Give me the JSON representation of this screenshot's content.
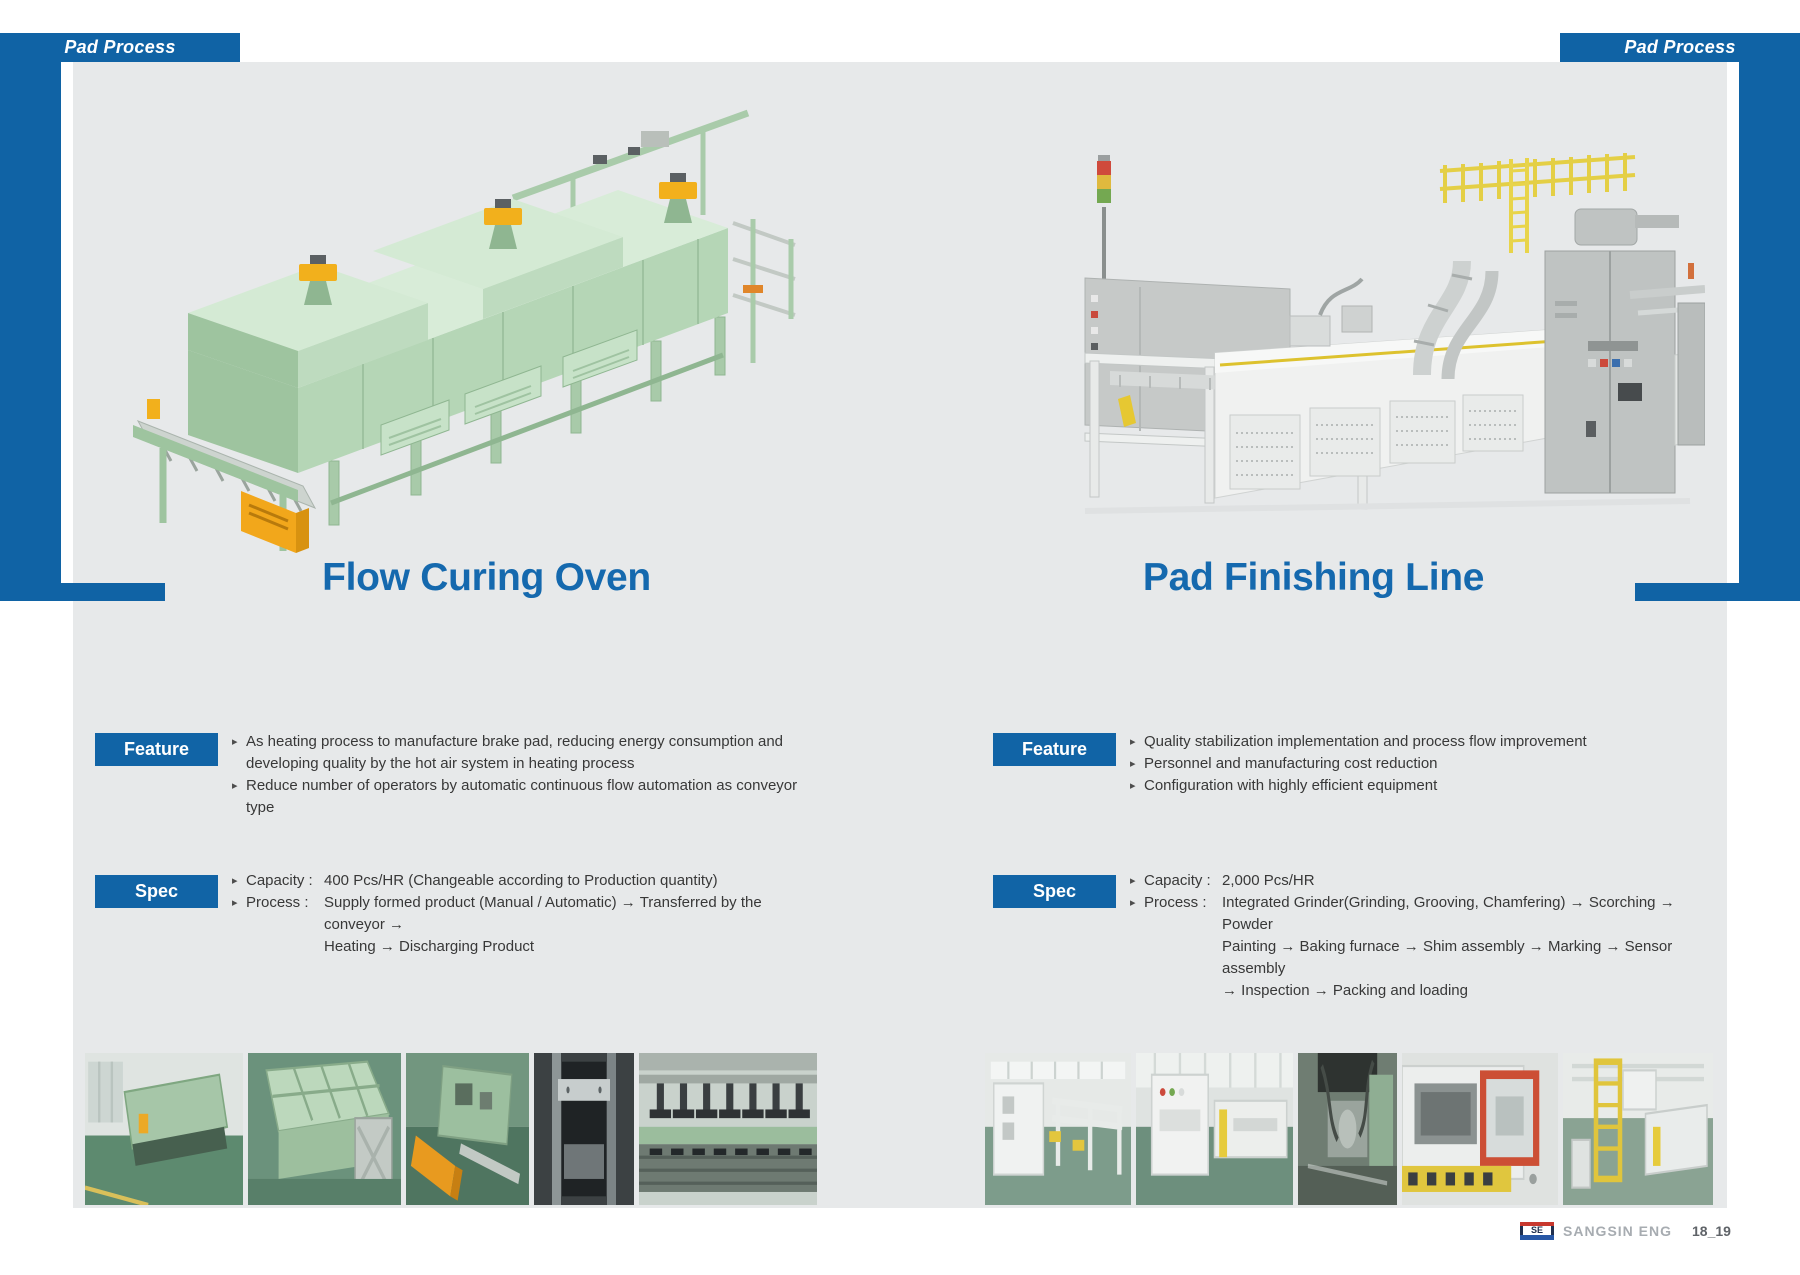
{
  "header": {
    "left_ribbon": "Pad Process",
    "right_ribbon": "Pad Process"
  },
  "icons": {
    "bullet": "▸"
  },
  "colors": {
    "accent_blue": "#1063a5",
    "title_blue": "#1569ae",
    "panel_gray": "#e7e9ea",
    "machine_green": "#b5d6b6",
    "machine_yellow": "#f2b01c"
  },
  "left_section": {
    "title": "Flow Curing Oven",
    "feature_label": "Feature",
    "feature_items": [
      "As heating process to manufacture brake pad, reducing energy consumption and\ndeveloping quality by the hot air system in heating process",
      "Reduce number of operators by automatic continuous flow automation as conveyor type"
    ],
    "spec_label": "Spec",
    "spec_items": [
      {
        "head": "Capacity :",
        "body": "400 Pcs/HR (Changeable according to Production quantity)"
      },
      {
        "head": "Process :",
        "body": "Supply formed product (Manual / Automatic) → Transferred by the conveyor →\nHeating → Discharging Product"
      }
    ]
  },
  "right_section": {
    "title": "Pad Finishing Line",
    "feature_label": "Feature",
    "feature_items": [
      "Quality stabilization implementation and process flow improvement",
      "Personnel and manufacturing cost reduction",
      "Configuration with highly efficient equipment"
    ],
    "spec_label": "Spec",
    "spec_items": [
      {
        "head": "Capacity :",
        "body": "2,000 Pcs/HR"
      },
      {
        "head": "Process :",
        "body": "Integrated Grinder(Grinding, Grooving, Chamfering) → Scorching → Powder\nPainting → Baking furnace → Shim assembly → Marking → Sensor assembly\n→ Inspection → Packing and loading"
      }
    ]
  },
  "footer": {
    "logo_text": "SE",
    "company": "SANGSIN ENG",
    "page_number": "18_19"
  }
}
